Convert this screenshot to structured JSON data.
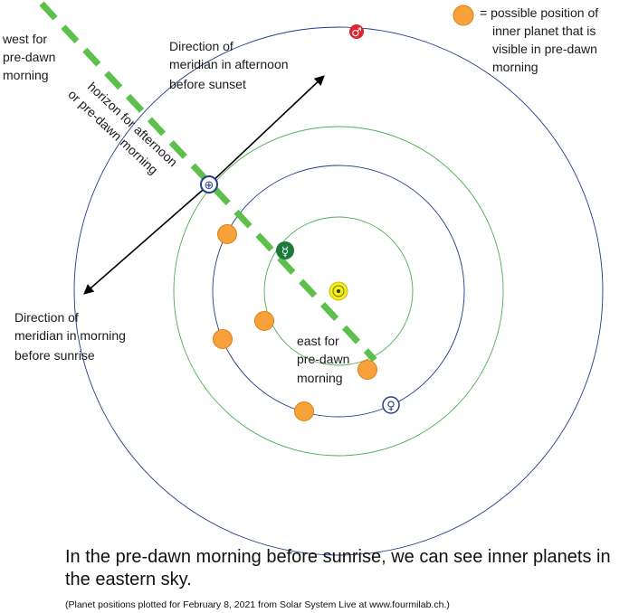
{
  "labels": {
    "west": [
      "west for",
      "pre-dawn",
      "morning"
    ],
    "afternoon_meridian": [
      "Direction of",
      "meridian in afternoon",
      "before sunset"
    ],
    "horizon": [
      "horizon for afternoon",
      "or pre-dawn morning"
    ],
    "morning_meridian": [
      "Direction of",
      "meridian in morning",
      "before sunrise"
    ],
    "east": [
      "east for",
      "pre-dawn",
      "morning"
    ]
  },
  "legend": {
    "lines": [
      "= possible position of",
      "inner planet that is",
      "visible in pre-dawn",
      "morning"
    ]
  },
  "caption": "In the pre-dawn morning before sunrise, we can see inner planets in the eastern sky.",
  "credit": "(Planet positions plotted for February 8, 2021 from Solar System Live at www.fourmilab.ch.)",
  "symbols": {
    "mars": "♂",
    "mercury": "☿",
    "venus": "♀",
    "earth": "⊕"
  },
  "colors": {
    "orbit_blue": "#1f3b8a",
    "orbit_green": "#4caf50",
    "horizon_green": "#5cc04a",
    "possible_position": "#f7a13a",
    "sun": "#f2ee1d",
    "mars": "#e0242a",
    "mercury": "#1e7a3a",
    "venus": "#24408e"
  }
}
